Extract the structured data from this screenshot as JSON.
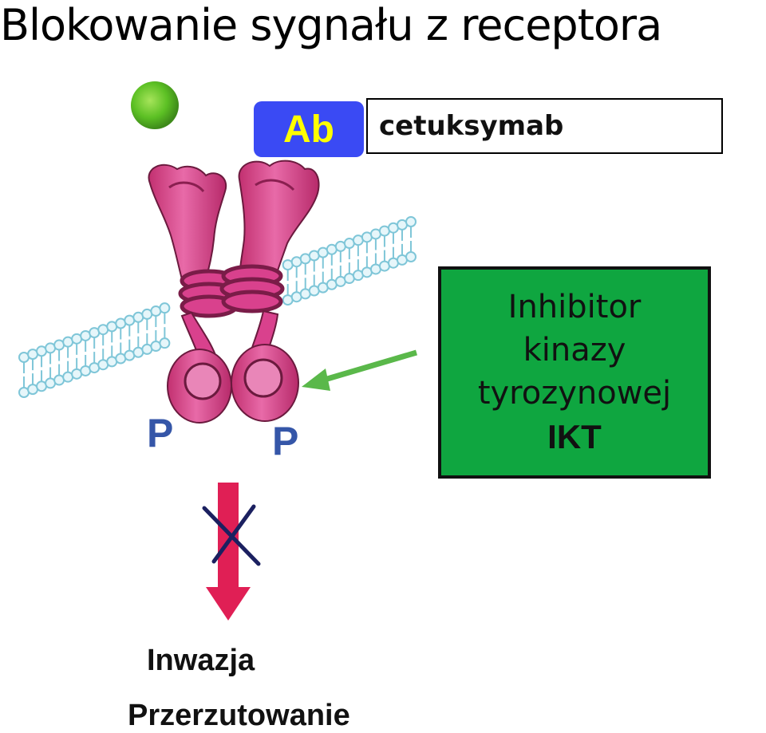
{
  "title": "Blokowanie sygnału z receptora",
  "antibody": {
    "badge_label": "Ab",
    "drug_name": "cetuksymab"
  },
  "inhibitor": {
    "line1": "Inhibitor",
    "line2": "kinazy",
    "line3": "tyrozynowej",
    "abbreviation": "IKT"
  },
  "phospho_labels": {
    "left": "P",
    "right": "P"
  },
  "outcomes": {
    "first": "Inwazja",
    "second": "Przerzutowanie"
  },
  "colors": {
    "ab_badge": "#3a4af4",
    "ab_text": "#ffff00",
    "inhibitor_box": "#0fa640",
    "ligand": "#5cc024",
    "receptor": "#d9418d",
    "membrane": "#a8dbe8",
    "p_label": "#3556a8",
    "blocked_arrow": "#e01f55",
    "cross": "#1b2060",
    "pointer_arrow": "#5ab84a"
  },
  "icons": {
    "ligand": "ligand-dot-icon",
    "receptor": "receptor-dimer-icon",
    "membrane": "lipid-bilayer-icon",
    "blocked_arrow": "blocked-arrow-icon",
    "cross": "cross-icon",
    "pointer": "pointer-arrow-icon"
  }
}
